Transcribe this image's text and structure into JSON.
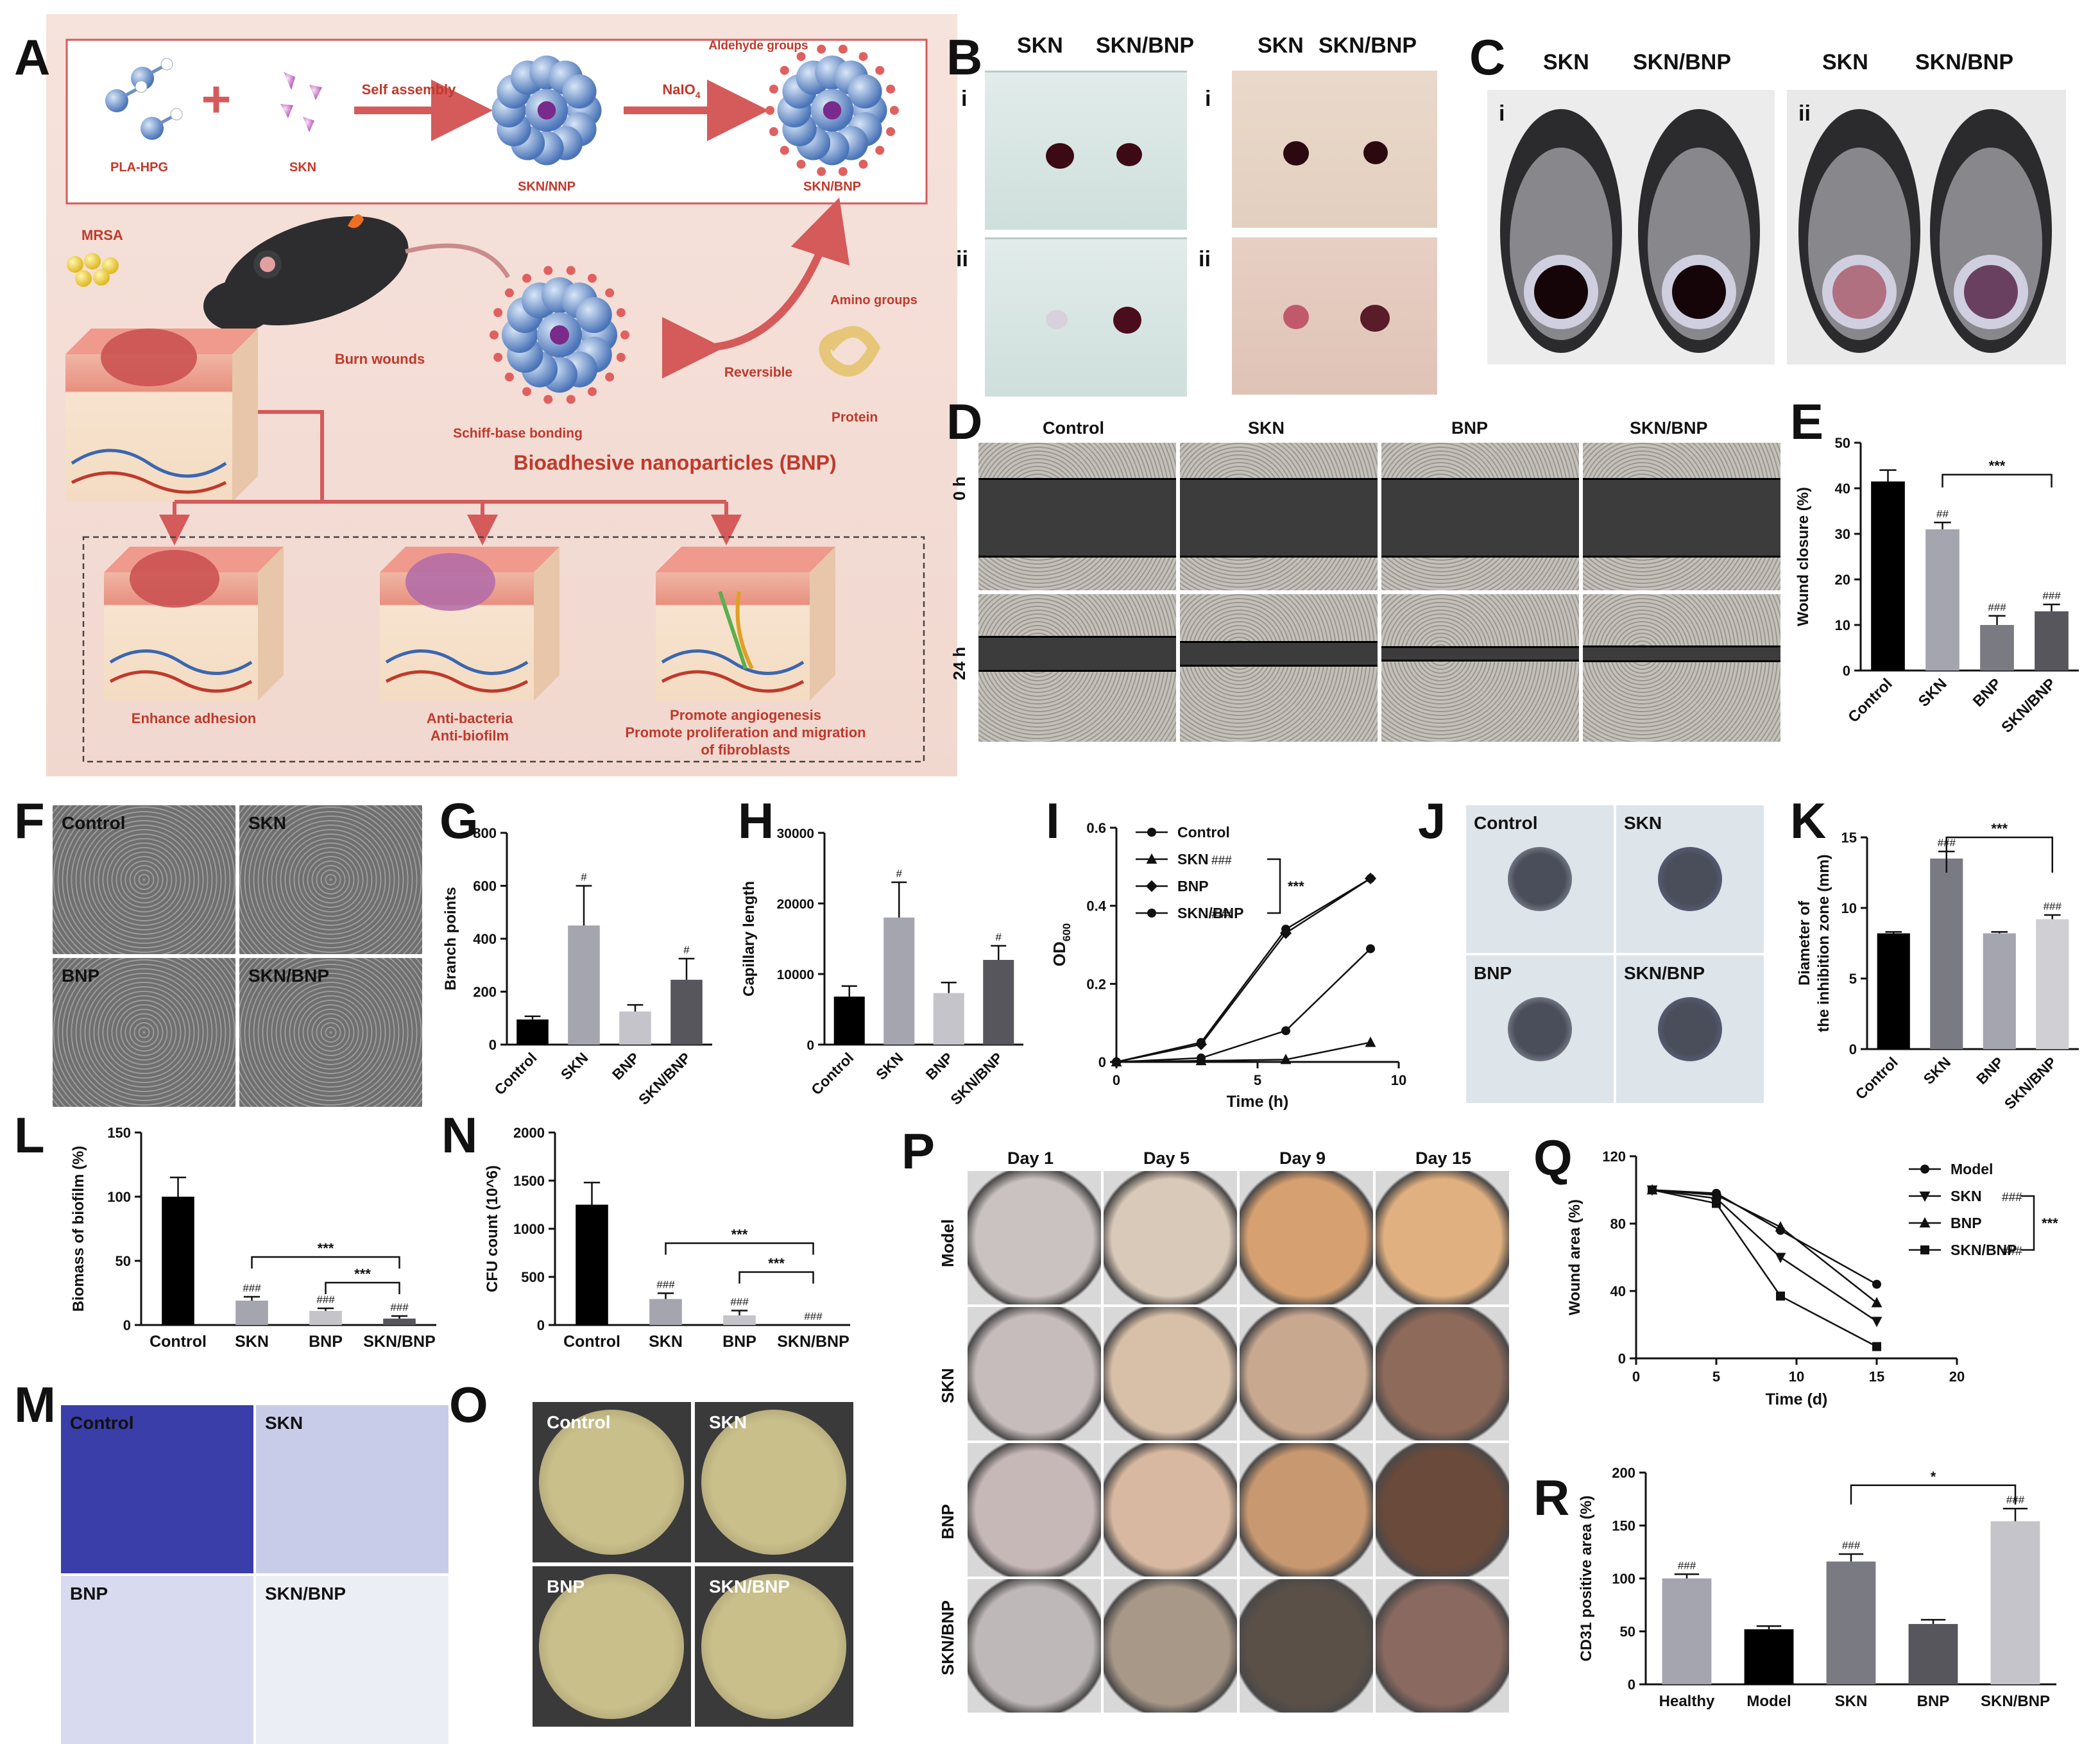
{
  "panels": {
    "A": {
      "label": "A",
      "pla": "PLA-HPG",
      "skn": "SKN",
      "nnp": "SKN/NNP",
      "bnp": "SKN/BNP",
      "self": "Self assembly",
      "naio": "NaIO",
      "naio_sub": "4",
      "aldehyde": "Aldehyde groups",
      "mrsa": "MRSA",
      "burn": "Burn wounds",
      "amino": "Amino groups",
      "reversible": "Reversible",
      "protein": "Protein",
      "schiff": "Schiff-base bonding",
      "bio": "Bioadhesive nanoparticles (BNP)",
      "f1": "Enhance adhesion",
      "f2a": "Anti-bacteria",
      "f2b": "Anti-biofilm",
      "f3a": "Promote angiogenesis",
      "f3b": "Promote proliferation and migration",
      "f3c": "of fibroblasts"
    },
    "B": {
      "label": "B",
      "h1": "SKN",
      "h2": "SKN/BNP",
      "h3": "SKN",
      "h4": "SKN/BNP",
      "r1": "i",
      "r2": "ii",
      "r3": "i",
      "r4": "ii"
    },
    "C": {
      "label": "C",
      "h1": "SKN",
      "h2": "SKN/BNP",
      "h3": "SKN",
      "h4": "SKN/BNP",
      "r1": "i",
      "r2": "ii"
    },
    "D": {
      "label": "D",
      "cols": [
        "Control",
        "SKN",
        "BNP",
        "SKN/BNP"
      ],
      "rows": [
        "0 h",
        "24 h"
      ]
    },
    "F": {
      "label": "F",
      "tags": [
        "Control",
        "SKN",
        "BNP",
        "SKN/BNP"
      ]
    },
    "J": {
      "label": "J",
      "tags": [
        "Control",
        "SKN",
        "BNP",
        "SKN/BNP"
      ]
    },
    "M": {
      "label": "M",
      "tags": [
        "Control",
        "SKN",
        "BNP",
        "SKN/BNP"
      ]
    },
    "O": {
      "label": "O",
      "tags": [
        "Control",
        "SKN",
        "BNP",
        "SKN/BNP"
      ]
    },
    "P": {
      "label": "P",
      "cols": [
        "Day 1",
        "Day 5",
        "Day 9",
        "Day 15"
      ],
      "rows": [
        "Model",
        "SKN",
        "BNP",
        "SKN/BNP"
      ]
    }
  },
  "chart_data": [
    {
      "id": "E",
      "type": "bar",
      "categories": [
        "Control",
        "SKN",
        "BNP",
        "SKN/BNP"
      ],
      "values": [
        41.5,
        31,
        10,
        13
      ],
      "errors": [
        2.5,
        1.5,
        2,
        1.5
      ],
      "ylabel": "Wound closure (%)",
      "ylim": [
        0,
        50
      ],
      "yticks": [
        0,
        10,
        20,
        30,
        40,
        50
      ],
      "marks": [
        "",
        "##",
        "###",
        "###"
      ],
      "sig": "***",
      "colors": [
        "#000000",
        "#a5a5b0",
        "#7a7a82",
        "#56565c"
      ]
    },
    {
      "id": "G",
      "type": "bar",
      "categories": [
        "Control",
        "SKN",
        "BNP",
        "SKN/BNP"
      ],
      "values": [
        95,
        450,
        125,
        245
      ],
      "errors": [
        12,
        150,
        25,
        80
      ],
      "ylabel": "Branch points",
      "ylim": [
        0,
        800
      ],
      "yticks": [
        0,
        200,
        400,
        600,
        800
      ],
      "marks": [
        "",
        "#",
        "",
        "#"
      ],
      "colors": [
        "#000000",
        "#a5a5b0",
        "#c4c4ca",
        "#56565c"
      ]
    },
    {
      "id": "H",
      "type": "bar",
      "categories": [
        "Control",
        "SKN",
        "BNP",
        "SKN/BNP"
      ],
      "values": [
        6800,
        18000,
        7300,
        12000
      ],
      "errors": [
        1500,
        5000,
        1500,
        2000
      ],
      "ylabel": "Capillary length",
      "ylim": [
        0,
        30000
      ],
      "yticks": [
        0,
        10000,
        20000,
        30000
      ],
      "marks": [
        "",
        "#",
        "",
        "#"
      ],
      "colors": [
        "#000000",
        "#a5a5b0",
        "#c4c4ca",
        "#56565c"
      ]
    },
    {
      "id": "K",
      "type": "bar",
      "categories": [
        "Control",
        "SKN",
        "BNP",
        "SKN/BNP"
      ],
      "values": [
        8.2,
        13.5,
        8.2,
        9.2
      ],
      "errors": [
        0.1,
        0.5,
        0.1,
        0.3
      ],
      "ylabel": "Diameter of the inhibition zone (mm)",
      "ylabel1": "Diameter of",
      "ylabel2": "the inhibition zone (mm)",
      "ylim": [
        0,
        15
      ],
      "yticks": [
        0,
        5,
        10,
        15
      ],
      "marks": [
        "",
        "###",
        "",
        "###"
      ],
      "sig": "***",
      "colors": [
        "#000000",
        "#7a7a82",
        "#a5a5b0",
        "#d0d0d4"
      ]
    },
    {
      "id": "L",
      "type": "bar",
      "categories": [
        "Control",
        "SKN",
        "BNP",
        "SKN/BNP"
      ],
      "values": [
        100,
        19,
        11,
        5
      ],
      "errors": [
        15,
        3,
        2,
        2
      ],
      "ylabel": "Biomass of biofilm (%)",
      "ylim": [
        0,
        150
      ],
      "yticks": [
        0,
        50,
        100,
        150
      ],
      "marks": [
        "",
        "###",
        "###",
        "###"
      ],
      "sig": "***",
      "sig2": "***",
      "colors": [
        "#000000",
        "#a5a5b0",
        "#c4c4ca",
        "#56565c"
      ]
    },
    {
      "id": "N",
      "type": "bar",
      "categories": [
        "Control",
        "SKN",
        "BNP",
        "SKN/BNP"
      ],
      "values": [
        1250,
        270,
        100,
        0
      ],
      "errors": [
        230,
        60,
        50,
        0
      ],
      "ylabel": "CFU count (10^6)",
      "ylim": [
        0,
        2000
      ],
      "yticks": [
        0,
        500,
        1000,
        1500,
        2000
      ],
      "marks": [
        "",
        "###",
        "###",
        "###"
      ],
      "sig": "***",
      "sig2": "***",
      "colors": [
        "#000000",
        "#a5a5b0",
        "#c4c4ca",
        "#56565c"
      ]
    },
    {
      "id": "R",
      "type": "bar",
      "categories": [
        "Healthy",
        "Model",
        "SKN",
        "BNP",
        "SKN/BNP"
      ],
      "values": [
        100,
        52,
        116,
        57,
        154
      ],
      "errors": [
        4,
        3,
        7,
        4,
        12
      ],
      "ylabel": "CD31 positive area (%)",
      "ylim": [
        0,
        200
      ],
      "yticks": [
        0,
        50,
        100,
        150,
        200
      ],
      "marks": [
        "###",
        "",
        "###",
        "",
        "###"
      ],
      "sig": "*",
      "colors": [
        "#a5a5b0",
        "#000000",
        "#7a7a82",
        "#56565c",
        "#c4c4ca"
      ]
    },
    {
      "id": "I",
      "type": "line",
      "xlabel": "Time (h)",
      "ylabel": "OD600",
      "ylabel_main": "OD",
      "ylabel_sub": "600",
      "xlim": [
        0,
        10
      ],
      "ylim": [
        0,
        0.6
      ],
      "xticks": [
        0,
        5,
        10
      ],
      "yticks": [
        0,
        0.2,
        0.4,
        0.6
      ],
      "x": [
        0,
        3,
        6,
        9
      ],
      "series": [
        {
          "name": "Control",
          "marker": "circle",
          "values": [
            0,
            0.05,
            0.34,
            0.47
          ]
        },
        {
          "name": "SKN",
          "marker": "triangle",
          "values": [
            0,
            0.003,
            0.006,
            0.05
          ]
        },
        {
          "name": "BNP",
          "marker": "diamond",
          "values": [
            0,
            0.045,
            0.33,
            0.47
          ]
        },
        {
          "name": "SKN/BNP",
          "marker": "circle",
          "values": [
            0,
            0.01,
            0.08,
            0.29
          ]
        }
      ],
      "marks": [
        "",
        "###",
        "",
        "###"
      ],
      "sig": "***"
    },
    {
      "id": "Q",
      "type": "line",
      "xlabel": "Time (d)",
      "ylabel": "Wound area (%)",
      "xlim": [
        0,
        20
      ],
      "ylim": [
        0,
        120
      ],
      "xticks": [
        0,
        5,
        10,
        15,
        20
      ],
      "yticks": [
        0,
        40,
        80,
        120
      ],
      "x": [
        1,
        5,
        9,
        15
      ],
      "series": [
        {
          "name": "Model",
          "marker": "circle",
          "values": [
            100,
            98,
            76,
            44
          ]
        },
        {
          "name": "SKN",
          "marker": "triangle-down",
          "values": [
            100,
            95,
            60,
            22
          ]
        },
        {
          "name": "BNP",
          "marker": "triangle",
          "values": [
            100,
            97,
            78,
            33
          ]
        },
        {
          "name": "SKN/BNP",
          "marker": "square",
          "values": [
            100,
            92,
            37,
            7
          ]
        }
      ],
      "marks": [
        "",
        "###",
        "",
        "###"
      ],
      "sig": "***"
    }
  ]
}
